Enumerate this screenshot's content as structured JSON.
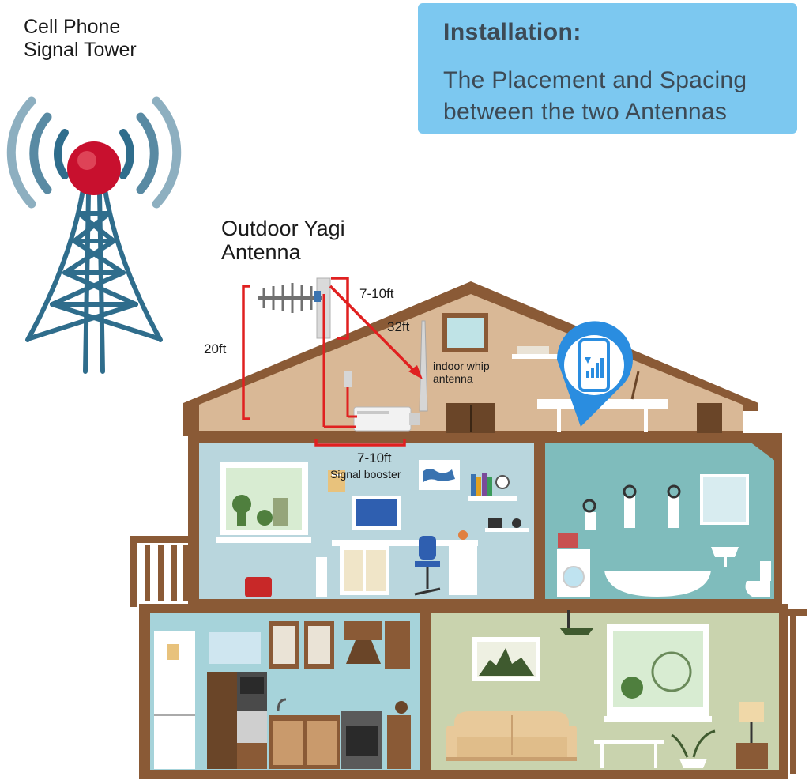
{
  "info": {
    "title": "Installation:",
    "subtitle_line1": "The Placement and Spacing",
    "subtitle_line2": "between the two Antennas"
  },
  "labels": {
    "tower_line1": "Cell Phone",
    "tower_line2": "Signal Tower",
    "yagi_line1": "Outdoor Yagi",
    "yagi_line2": "Antenna",
    "dim_top": "7-10ft",
    "dim_diag": "32ft",
    "dim_vert": "20ft",
    "dim_bottom": "7-10ft",
    "indoor_line1": "indoor whip",
    "indoor_line2": "antenna",
    "booster": "Signal booster"
  },
  "colors": {
    "accent_red": "#e02020",
    "info_bg": "#7cc8f0",
    "house_brown": "#8a5a36",
    "attic_wall": "#d9b896",
    "room_blue": "#b9d6dd",
    "bath_teal": "#7fbcbc",
    "kitchen_blue": "#a6d3da",
    "living_green": "#c9d3ae",
    "tower_blue": "#2f6d8c",
    "tower_red": "#c8102e"
  }
}
